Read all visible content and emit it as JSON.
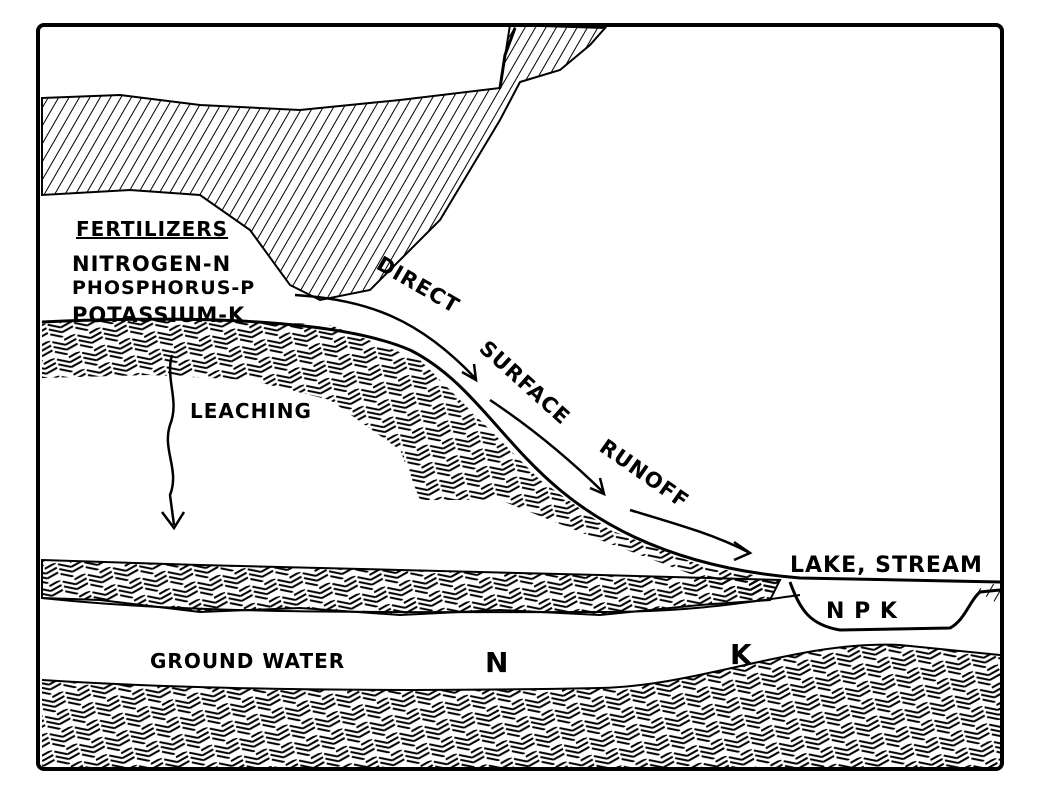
{
  "diagram": {
    "fertilizers": {
      "heading": "FERTILIZERS",
      "items": [
        "NITROGEN-N",
        "PHOSPHORUS-P",
        "POTASSIUM-K"
      ]
    },
    "runoff_words": [
      "DIRECT",
      "SURFACE",
      "RUNOFF"
    ],
    "leaching_label": "LEACHING",
    "lake_label": "LAKE, STREAM",
    "lake_nutrients": "N P K",
    "groundwater_label": "GROUND WATER",
    "groundwater_nutrients": [
      "N",
      "K"
    ],
    "ink_color": "#000000",
    "paper_color": "#ffffff"
  }
}
